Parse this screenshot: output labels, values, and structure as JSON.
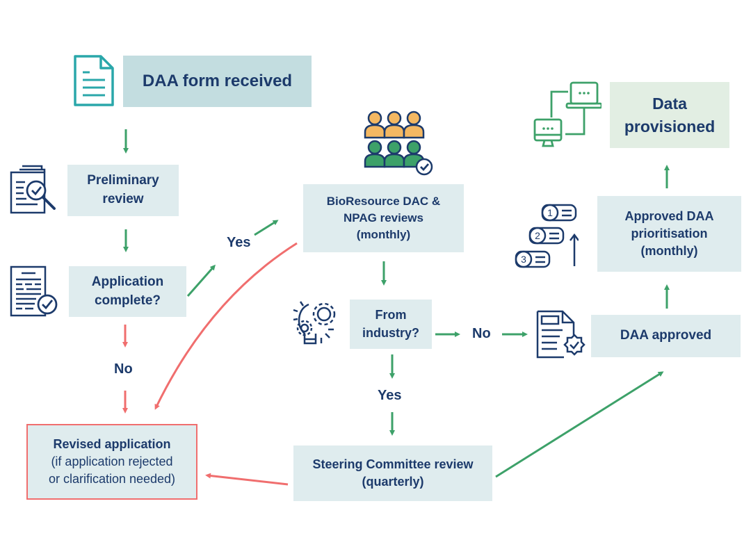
{
  "diagram": {
    "colors": {
      "text": "#1c3a6b",
      "box_fill": "#dfecee",
      "box_fill_start": "#c3dde0",
      "box_fill_end": "#e2eee3",
      "yes_arrow": "#3da169",
      "no_arrow": "#f06e6e",
      "revised_border": "#f06e6e",
      "icon_teal": "#2aa7aa",
      "icon_navy": "#1c3a6b",
      "icon_orange": "#f4b862",
      "icon_green": "#3da169"
    },
    "nodes": {
      "daa_form_received": {
        "line1": "DAA form received"
      },
      "preliminary_review": {
        "line1": "Preliminary",
        "line2": "review"
      },
      "application_complete": {
        "line1": "Application",
        "line2": "complete?"
      },
      "revised_application": {
        "line1": "Revised application",
        "line2": "(if application rejected",
        "line3": "or clarification needed)"
      },
      "dac_npag_review": {
        "line1": "BioResource DAC &",
        "line2": "NPAG reviews",
        "line3": "(monthly)"
      },
      "from_industry": {
        "line1": "From",
        "line2": "industry?"
      },
      "steering_committee": {
        "line1": "Steering Committee review",
        "line2": "(quarterly)"
      },
      "daa_approved": {
        "line1": "DAA approved"
      },
      "approved_prioritisation": {
        "line1": "Approved DAA",
        "line2": "prioritisation",
        "line3": "(monthly)"
      },
      "data_provisioned": {
        "line1": "Data",
        "line2": "provisioned"
      }
    },
    "edge_labels": {
      "app_complete_yes": "Yes",
      "app_complete_no": "No",
      "industry_no": "No",
      "industry_yes": "Yes"
    },
    "icons": {
      "daa_form": "document-icon",
      "preliminary": "document-magnifier-check-icon",
      "application": "checklist-document-icon",
      "committee": "people-group-check-icon",
      "industry": "lightbulb-gears-icon",
      "approved": "certified-document-icon",
      "prioritisation": "ranked-list-icon",
      "provisioned": "networked-computers-icon"
    }
  }
}
